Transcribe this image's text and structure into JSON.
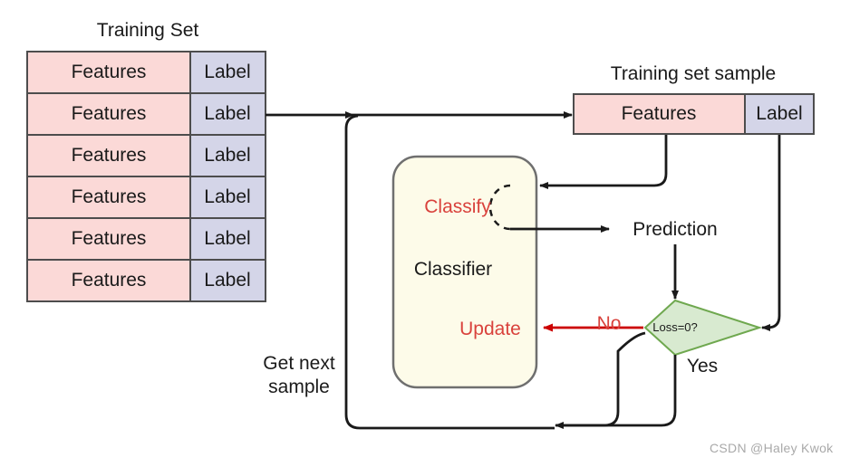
{
  "diagram": {
    "title_training_set": "Training Set",
    "title_sample": "Training set sample",
    "watermark": "CSDN @Haley Kwok",
    "table": {
      "rows": [
        {
          "features": "Features",
          "label": "Label"
        },
        {
          "features": "Features",
          "label": "Label"
        },
        {
          "features": "Features",
          "label": "Label"
        },
        {
          "features": "Features",
          "label": "Label"
        },
        {
          "features": "Features",
          "label": "Label"
        },
        {
          "features": "Features",
          "label": "Label"
        }
      ]
    },
    "sample": {
      "features": "Features",
      "label": "Label"
    },
    "classifier": {
      "classify_label": "Classify",
      "name_label": "Classifier",
      "update_label": "Update"
    },
    "prediction_label": "Prediction",
    "decision": {
      "condition": "Loss=0?",
      "no_label": "No",
      "yes_label": "Yes"
    },
    "loop_label_line1": "Get next",
    "loop_label_line2": "sample",
    "colors": {
      "features_fill": "#fbd9d7",
      "label_fill": "#d4d5e8",
      "cell_stroke": "#4d4d4d",
      "classifier_fill": "#fdfbe9",
      "classifier_stroke": "#6f6f6f",
      "decision_fill": "#d8ead0",
      "decision_stroke": "#6fa84f",
      "arrow_black": "#1a1a1a",
      "arrow_red": "#cc0000",
      "text_red": "#d9423c",
      "watermark_color": "#a9a9a9"
    }
  }
}
